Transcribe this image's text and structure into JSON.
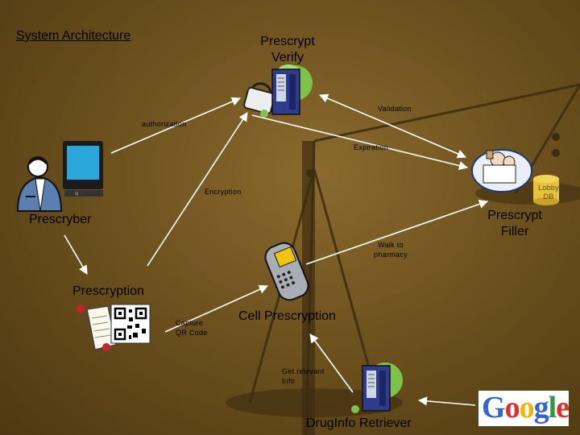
{
  "title": "System Architecture",
  "nodes": {
    "verify": "Prescrypt\nVerify",
    "prescriber": "Prescryber",
    "filler": "Prescrypt\nFiller",
    "prescription": "Prescryption",
    "cell": "Cell Prescryption",
    "retriever": "DrugInfo Retriever",
    "lobby_db": "Lobby\nDB"
  },
  "edges": {
    "validation": "Validation",
    "authorization": "authorization",
    "expiration": "Expiration",
    "encryption": "Encryption",
    "walk": "Walk to\npharmacy",
    "capture": "Capture\nQR Code",
    "relevant": "Get relevant\nInfo"
  },
  "icons": [
    "lock-icon",
    "server-icon",
    "user-icon",
    "monitor-icon",
    "pharmacist-icon",
    "database-icon",
    "phone-icon",
    "scroll-icon",
    "qr-code-icon",
    "google-logo"
  ],
  "logo_text": "Google",
  "colors": {
    "background": "#6e521e",
    "arrow": "#ffffff",
    "scale": "#3a2a0e"
  }
}
